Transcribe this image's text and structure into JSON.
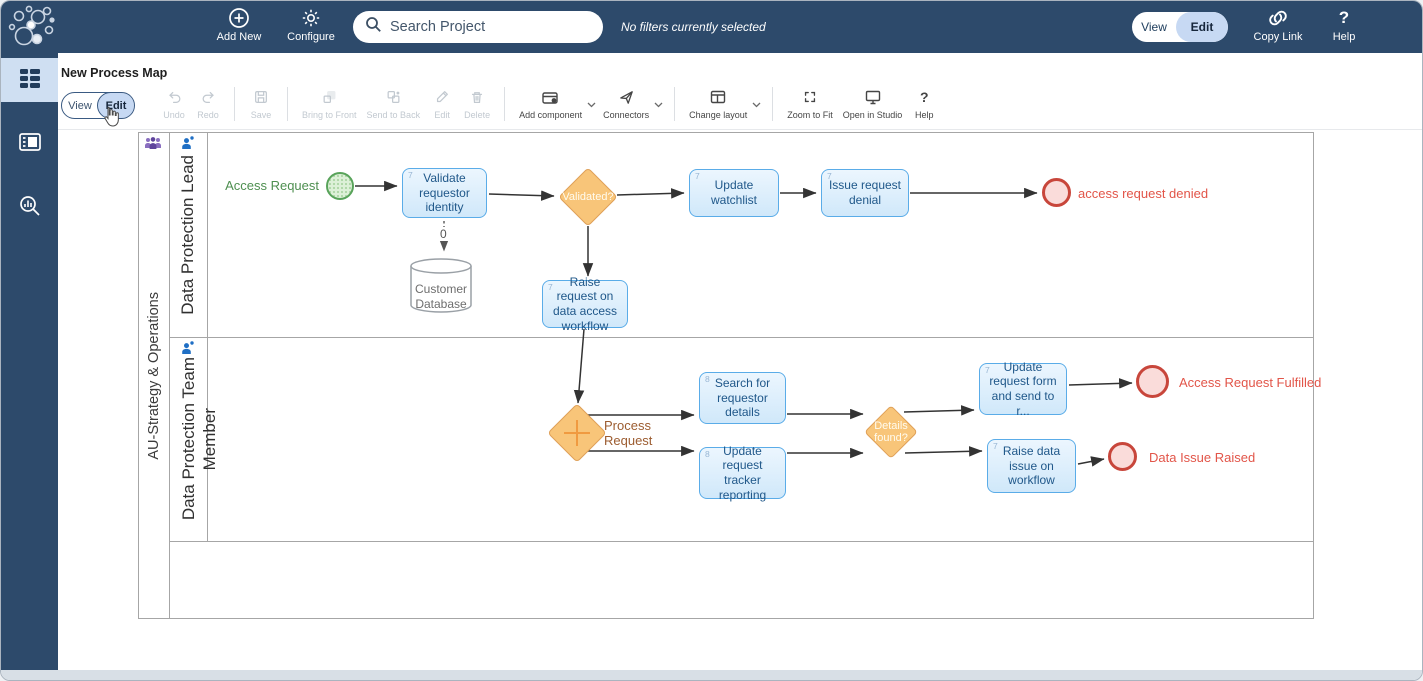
{
  "topbar": {
    "add_new_label": "Add New",
    "configure_label": "Configure",
    "search_placeholder": "Search Project",
    "filters_status": "No filters currently selected",
    "view_label": "View",
    "edit_label": "Edit",
    "copy_link_label": "Copy Link",
    "help_label": "Help",
    "help_icon": "?"
  },
  "sidebar": {
    "items": [
      {
        "name": "process-maps",
        "icon": "dashboard-tiles-icon",
        "selected": true
      },
      {
        "name": "panel-view",
        "icon": "side-panel-icon",
        "selected": false
      },
      {
        "name": "search-analytics",
        "icon": "search-chart-icon",
        "selected": false
      }
    ]
  },
  "content": {
    "title": "New Process Map",
    "toolbar": {
      "view_label": "View",
      "edit_label": "Edit",
      "buttons": [
        {
          "label": "Undo",
          "enabled": false
        },
        {
          "label": "Redo",
          "enabled": false
        },
        {
          "label": "Save",
          "enabled": false
        },
        {
          "label": "Bring to Front",
          "enabled": false
        },
        {
          "label": "Send to Back",
          "enabled": false
        },
        {
          "label": "Edit",
          "enabled": false
        },
        {
          "label": "Delete",
          "enabled": false
        },
        {
          "label": "Add component",
          "enabled": true,
          "dropdown": true
        },
        {
          "label": "Connectors",
          "enabled": true,
          "dropdown": true
        },
        {
          "label": "Change layout",
          "enabled": true,
          "dropdown": true
        },
        {
          "label": "Zoom to Fit",
          "enabled": true
        },
        {
          "label": "Open in Studio",
          "enabled": true
        },
        {
          "label": "Help",
          "enabled": true,
          "icon_text": "?"
        }
      ]
    }
  },
  "diagram": {
    "pool_label": "AU-Strategy & Operations",
    "lane1_label": "Data Protection Lead",
    "lane2_label_line1": "Data Protection Team",
    "lane2_label_line2": "Member",
    "start_event": {
      "label": "Access Request"
    },
    "tasks": {
      "validate": {
        "label": "Validate requestor identity",
        "marker": "7"
      },
      "update_watchlist": {
        "label": "Update watchlist",
        "marker": "7"
      },
      "issue_denial": {
        "label": "Issue request denial",
        "marker": "7"
      },
      "raise_request": {
        "label": "Raise request on data access workflow",
        "marker": "7"
      },
      "search_details": {
        "label": "Search for requestor details",
        "marker": "8"
      },
      "update_tracker": {
        "label": "Update request tracker reporting",
        "marker": "8"
      },
      "update_form": {
        "label": "Update request form and send to r...",
        "marker": "7"
      },
      "raise_issue": {
        "label": "Raise data issue on workflow",
        "marker": "7"
      }
    },
    "gateways": {
      "validated": {
        "label": "Validated?"
      },
      "process_request": {
        "label": "Process Request"
      },
      "details_found": {
        "label": "Details found?"
      }
    },
    "datastore": {
      "label_line1": "Customer",
      "label_line2": "Database",
      "association_label": "0"
    },
    "end_events": {
      "denied": {
        "label": "access request denied"
      },
      "fulfilled": {
        "label": "Access Request Fulfilled"
      },
      "raised": {
        "label": "Data Issue Raised"
      }
    }
  },
  "colors": {
    "navbar": "#2d4a6b",
    "accent_pill": "#c7d9f3",
    "task_border": "#5aace8",
    "gateway_fill": "#f8c579",
    "start_border": "#58a35a",
    "end_border": "#c8463b",
    "end_label": "#e25549"
  }
}
